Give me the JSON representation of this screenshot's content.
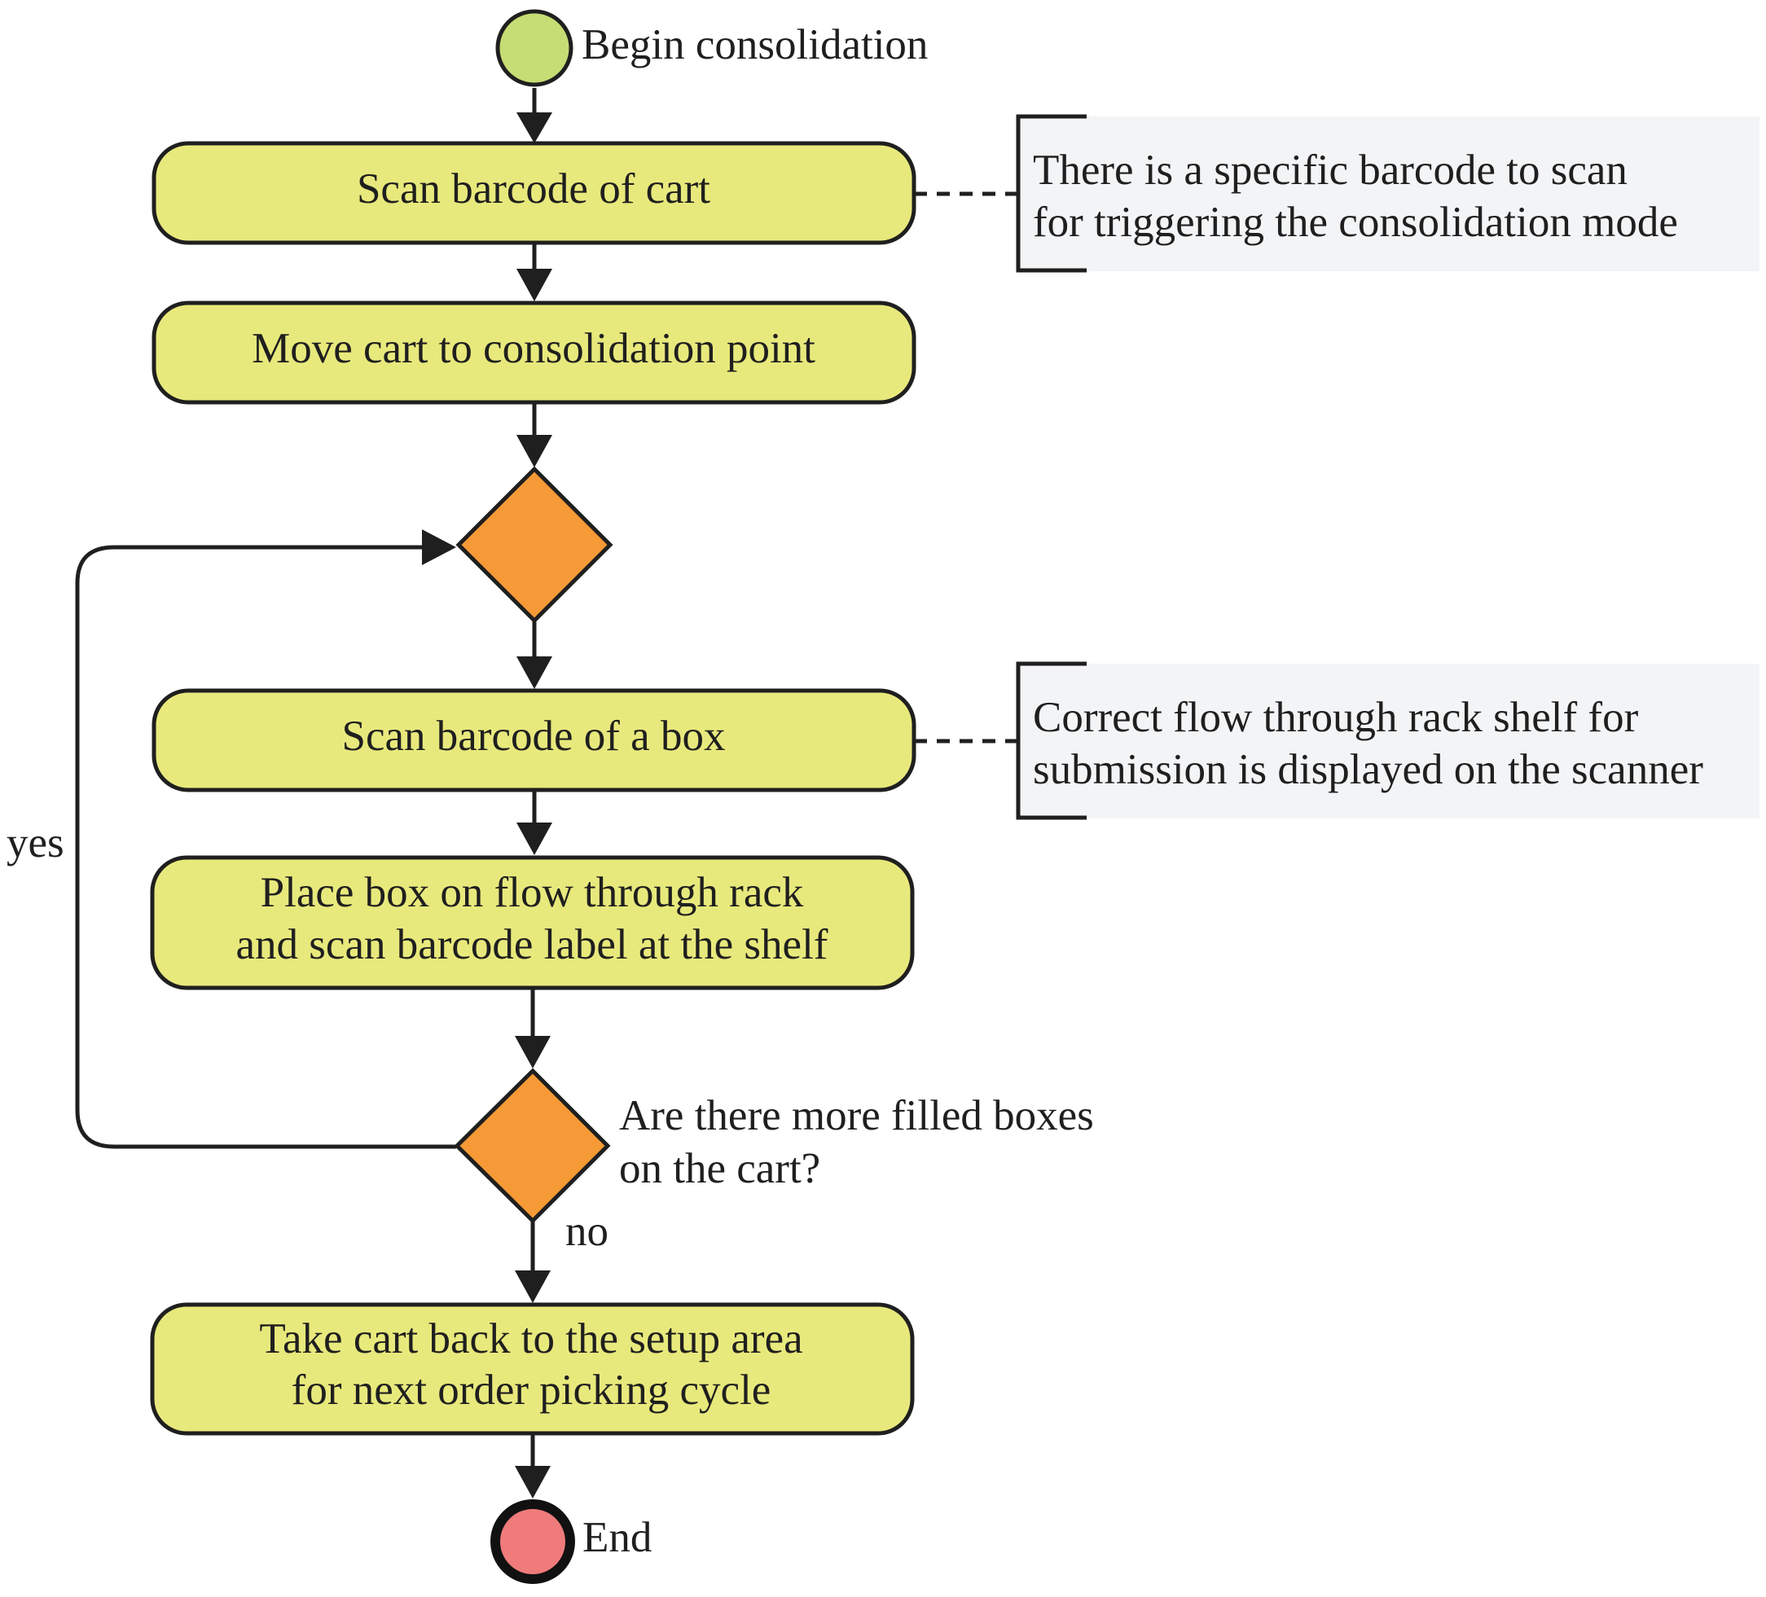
{
  "colors": {
    "action": "#e8e97c",
    "decision": "#f59a36",
    "start": "#c6dc74",
    "end": "#ef7b7b",
    "note": "#f3f4f6",
    "stroke": "#1f1f1f"
  },
  "start_label": "Begin consolidation",
  "end_label": "End",
  "actions": {
    "scan_cart": "Scan barcode of cart",
    "move_cart": "Move cart to consolidation point",
    "scan_box": "Scan barcode of a box",
    "place_box_l1": "Place box on flow through rack",
    "place_box_l2": "and scan barcode label at the shelf",
    "take_back_l1": "Take cart back to the setup area",
    "take_back_l2": "for next order picking cycle"
  },
  "decision_label_l1": "Are there more filled boxes",
  "decision_label_l2": "on the cart?",
  "edge_labels": {
    "yes": "yes",
    "no": "no"
  },
  "notes": {
    "note1_l1": "There is a specific barcode to scan",
    "note1_l2": "for triggering the consolidation mode",
    "note2_l1": "Correct flow through rack shelf for",
    "note2_l2": "submission is displayed on the scanner"
  }
}
